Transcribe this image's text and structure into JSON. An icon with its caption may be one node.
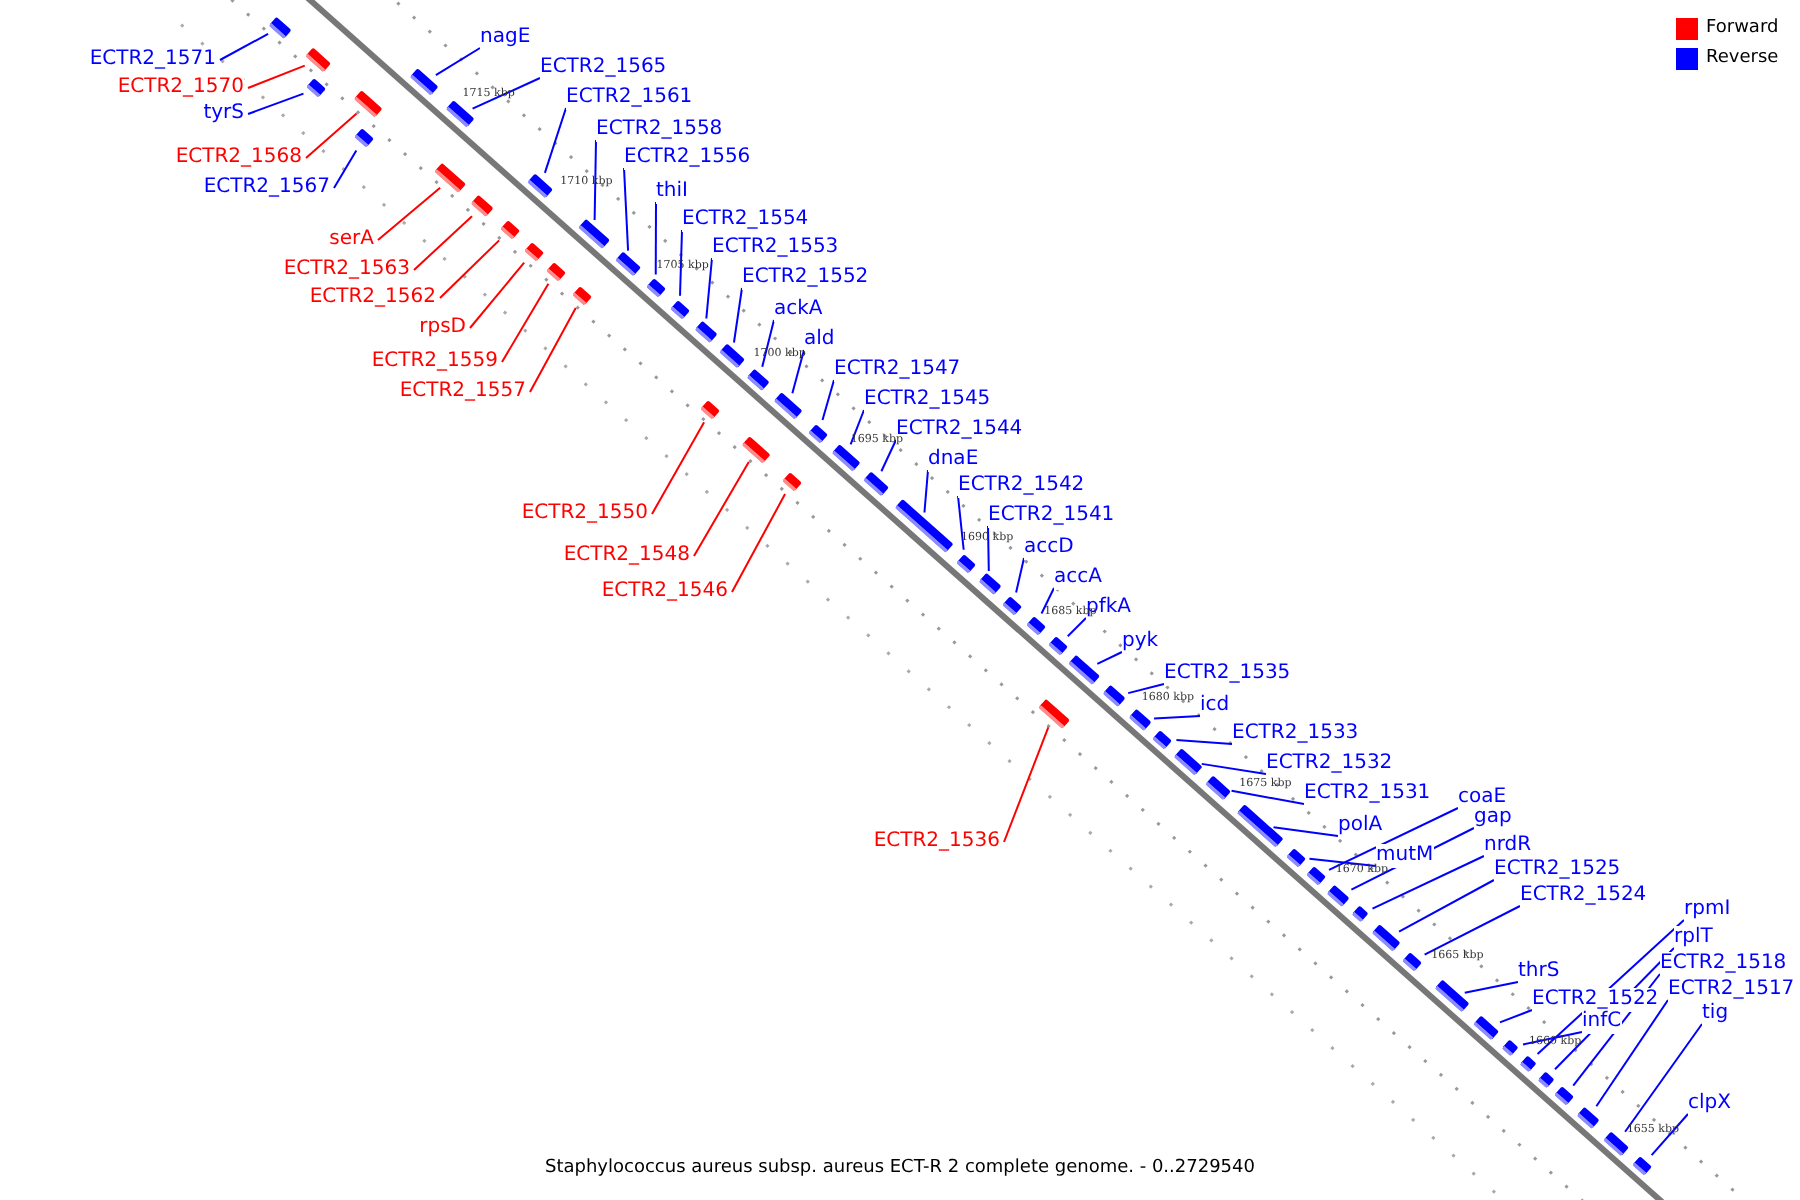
{
  "diagram": {
    "caption": "Staphylococcus aureus subsp. aureus ECT-R 2 complete genome. - 0..2729540",
    "nodes": [
      {
        "text": [
          "ECTR2_1571"
        ]
      },
      {
        "text": [],
        "shape": "box"
      },
      {
        "text": [
          "nagE"
        ]
      },
      {
        "text": [],
        "shape": "box"
      },
      {
        "text": [
          "ECTR2_1570"
        ]
      },
      {
        "text": [],
        "shape": "box"
      },
      {
        "text": [
          "ECTR2_1565"
        ]
      },
      {
        "text": [],
        "shape": "box"
      },
      {
        "text": [
          "ECTR2_1561"
        ]
      },
      {
        "text": [],
        "shape": "box"
      },
      {
        "text": [
          "tyrS"
        ]
      },
      {
        "text": [],
        "shape": "box"
      },
      {
        "text": [
          "ECTR2_1558"
        ]
      },
      {
        "text": [],
        "shape": "box"
      },
      {
        "text": [
          "ECTR2_1568"
        ]
      },
      {
        "text": [],
        "shape": "box"
      },
      {
        "text": [
          "ECTR2_1556"
        ]
      },
      {
        "text": [],
        "shape": "box"
      },
      {
        "text": [
          "ECTR2_1567"
        ]
      },
      {
        "text": [],
        "shape": "box"
      },
      {
        "text": [
          "thiI"
        ]
      },
      {
        "text": [],
        "shape": "box"
      },
      {
        "text": [
          "ECTR2_1554"
        ]
      },
      {
        "text": [],
        "shape": "box"
      },
      {
        "text": [
          "serA"
        ]
      },
      {
        "text": [],
        "shape": "box"
      },
      {
        "text": [
          "ECTR2_1553"
        ]
      },
      {
        "text": [],
        "shape": "box"
      },
      {
        "text": [
          "ECTR2_1563"
        ]
      },
      {
        "text": [],
        "shape": "box"
      },
      {
        "text": [
          "ECTR2_1552"
        ]
      },
      {
        "text": [],
        "shape": "box"
      },
      {
        "text": [
          "ECTR2_1562"
        ]
      },
      {
        "text": [],
        "shape": "box"
      },
      {
        "text": [
          "ackA"
        ]
      },
      {
        "text": [],
        "shape": "box"
      },
      {
        "text": [
          "rpsD"
        ]
      },
      {
        "text": [],
        "shape": "box"
      },
      {
        "text": [
          "ald"
        ]
      },
      {
        "text": [],
        "shape": "box"
      },
      {
        "text": [
          "ECTR2_1559"
        ]
      },
      {
        "text": [],
        "shape": "box"
      },
      {
        "text": [
          "ECTR2_1547"
        ]
      },
      {
        "text": [],
        "shape": "box"
      },
      {
        "text": [
          "ECTR2_1557"
        ]
      },
      {
        "text": [],
        "shape": "box"
      },
      {
        "text": [
          "ECTR2_1545"
        ]
      },
      {
        "text": [],
        "shape": "box"
      },
      {
        "text": [
          "ECTR2_1544"
        ]
      },
      {
        "text": [],
        "shape": "box"
      },
      {
        "text": [
          "dnaE"
        ]
      },
      {
        "text": [],
        "shape": "box"
      },
      {
        "text": [
          "ECTR2_1542"
        ]
      },
      {
        "text": [],
        "shape": "box"
      },
      {
        "text": [
          "ECTR2_1550"
        ]
      },
      {
        "text": [],
        "shape": "box"
      },
      {
        "text": [
          "ECTR2_1541"
        ]
      },
      {
        "text": [],
        "shape": "box"
      },
      {
        "text": [
          "accD"
        ]
      },
      {
        "text": [],
        "shape": "box"
      },
      {
        "text": [
          "ECTR2_1548"
        ]
      },
      {
        "text": [],
        "shape": "box"
      },
      {
        "text": [
          "accA"
        ]
      },
      {
        "text": [],
        "shape": "box"
      },
      {
        "text": [
          "ECTR2_1546"
        ]
      },
      {
        "text": [],
        "shape": "box"
      },
      {
        "text": [
          "pfkA"
        ]
      },
      {
        "text": [],
        "shape": "box"
      },
      {
        "text": [
          "pyk"
        ]
      },
      {
        "text": [],
        "shape": "box"
      },
      {
        "text": [
          "ECTR2_1535"
        ]
      },
      {
        "text": [],
        "shape": "box"
      },
      {
        "text": [
          "icd"
        ]
      },
      {
        "text": [],
        "shape": "box"
      },
      {
        "text": [
          "ECTR2_1533"
        ]
      },
      {
        "text": [],
        "shape": "box"
      },
      {
        "text": [
          "ECTR2_1532"
        ]
      },
      {
        "text": [],
        "shape": "box"
      },
      {
        "text": [
          "ECTR2_1531"
        ]
      },
      {
        "text": [],
        "shape": "box"
      },
      {
        "text": [
          "coaE"
        ]
      },
      {
        "text": [],
        "shape": "box"
      },
      {
        "text": [
          "gap"
        ]
      },
      {
        "text": [],
        "shape": "box"
      },
      {
        "text": [
          "polA"
        ]
      },
      {
        "text": [],
        "shape": "box"
      },
      {
        "text": [
          "ECTR2_1536"
        ]
      },
      {
        "text": [],
        "shape": "box"
      },
      {
        "text": [
          "nrdR"
        ]
      },
      {
        "text": [],
        "shape": "box"
      },
      {
        "text": [
          "mutM"
        ]
      },
      {
        "text": [],
        "shape": "box"
      },
      {
        "text": [
          "ECTR2_1525"
        ]
      },
      {
        "text": [],
        "shape": "box"
      },
      {
        "text": [
          "ECTR2_1524"
        ]
      },
      {
        "text": [],
        "shape": "box"
      },
      {
        "text": [
          "rpmI"
        ]
      },
      {
        "text": [],
        "shape": "box"
      },
      {
        "text": [
          "rplT"
        ]
      },
      {
        "text": [],
        "shape": "box"
      },
      {
        "text": [
          "ECTR2_1518"
        ]
      },
      {
        "text": [],
        "shape": "box"
      },
      {
        "text": [
          "thrS"
        ]
      },
      {
        "text": [],
        "shape": "box"
      },
      {
        "text": [
          "ECTR2_1517"
        ]
      },
      {
        "text": [],
        "shape": "box"
      },
      {
        "text": [
          "ECTR2_1522"
        ]
      },
      {
        "text": [],
        "shape": "box"
      },
      {
        "text": [
          "infC"
        ]
      },
      {
        "text": [],
        "shape": "box"
      },
      {
        "text": [
          "tig"
        ]
      },
      {
        "text": [],
        "shape": "box"
      },
      {
        "text": [
          "clpX"
        ]
      },
      {
        "text": [],
        "shape": "box"
      }
    ],
    "edges": [
      {
        "from": 0,
        "to": 1,
        "arrow": "none"
      },
      {
        "from": 2,
        "to": 3,
        "arrow": "none"
      },
      {
        "from": 4,
        "to": 5,
        "arrow": "none",
        "color": "#ff0000"
      },
      {
        "from": 6,
        "to": 7,
        "arrow": "none"
      },
      {
        "from": 8,
        "to": 9,
        "arrow": "none"
      },
      {
        "from": 10,
        "to": 11,
        "arrow": "none"
      },
      {
        "from": 12,
        "to": 13,
        "arrow": "none"
      },
      {
        "from": 14,
        "to": 15,
        "arrow": "none",
        "color": "#ff0000"
      },
      {
        "from": 16,
        "to": 17,
        "arrow": "none"
      },
      {
        "from": 18,
        "to": 19,
        "arrow": "none"
      },
      {
        "from": 20,
        "to": 21,
        "arrow": "none"
      },
      {
        "from": 22,
        "to": 23,
        "arrow": "none"
      },
      {
        "from": 24,
        "to": 25,
        "arrow": "none",
        "color": "#ff0000"
      },
      {
        "from": 26,
        "to": 27,
        "arrow": "none"
      },
      {
        "from": 28,
        "to": 29,
        "arrow": "none",
        "color": "#ff0000"
      },
      {
        "from": 30,
        "to": 31,
        "arrow": "none"
      },
      {
        "from": 32,
        "to": 33,
        "arrow": "none",
        "color": "#ff0000"
      },
      {
        "from": 34,
        "to": 35,
        "arrow": "none"
      },
      {
        "from": 36,
        "to": 37,
        "arrow": "none",
        "color": "#ff0000"
      },
      {
        "from": 38,
        "to": 39,
        "arrow": "none"
      },
      {
        "from": 40,
        "to": 41,
        "arrow": "none",
        "color": "#ff0000"
      },
      {
        "from": 42,
        "to": 43,
        "arrow": "none"
      },
      {
        "from": 44,
        "to": 45,
        "arrow": "none",
        "color": "#ff0000"
      },
      {
        "from": 46,
        "to": 47,
        "arrow": "none"
      },
      {
        "from": 48,
        "to": 49,
        "arrow": "none"
      },
      {
        "from": 50,
        "to": 51,
        "arrow": "none"
      },
      {
        "from": 52,
        "to": 53,
        "arrow": "none"
      },
      {
        "from": 54,
        "to": 55,
        "arrow": "none",
        "color": "#ff0000"
      },
      {
        "from": 56,
        "to": 57,
        "arrow": "none"
      },
      {
        "from": 58,
        "to": 59,
        "arrow": "none"
      },
      {
        "from": 60,
        "to": 61,
        "arrow": "none",
        "color": "#ff0000"
      },
      {
        "from": 62,
        "to": 63,
        "arrow": "none"
      },
      {
        "from": 64,
        "to": 65,
        "arrow": "none",
        "color": "#ff0000"
      },
      {
        "from": 66,
        "to": 67,
        "arrow": "none"
      },
      {
        "from": 68,
        "to": 69,
        "arrow": "none"
      },
      {
        "from": 70,
        "to": 71,
        "arrow": "none"
      },
      {
        "from": 72,
        "to": 73,
        "arrow": "none"
      },
      {
        "from": 74,
        "to": 75,
        "arrow": "none"
      },
      {
        "from": 76,
        "to": 77,
        "arrow": "none"
      },
      {
        "from": 78,
        "to": 79,
        "arrow": "none"
      },
      {
        "from": 80,
        "to": 81,
        "arrow": "none"
      },
      {
        "from": 82,
        "to": 83,
        "arrow": "none"
      },
      {
        "from": 84,
        "to": 85,
        "arrow": "none"
      },
      {
        "from": 86,
        "to": 87,
        "arrow": "none",
        "color": "#ff0000"
      },
      {
        "from": 88,
        "to": 89,
        "arrow": "none"
      },
      {
        "from": 90,
        "to": 91,
        "arrow": "none"
      },
      {
        "from": 92,
        "to": 93,
        "arrow": "none"
      },
      {
        "from": 94,
        "to": 95,
        "arrow": "none"
      },
      {
        "from": 96,
        "to": 97,
        "arrow": "none"
      },
      {
        "from": 98,
        "to": 99,
        "arrow": "none"
      },
      {
        "from": 100,
        "to": 101,
        "arrow": "none"
      },
      {
        "from": 102,
        "to": 103,
        "arrow": "none"
      },
      {
        "from": 104,
        "to": 105,
        "arrow": "none"
      },
      {
        "from": 106,
        "to": 107,
        "arrow": "none"
      },
      {
        "from": 108,
        "to": 109,
        "arrow": "none"
      },
      {
        "from": 110,
        "to": 111,
        "arrow": "none"
      },
      {
        "from": 112,
        "to": 113,
        "arrow": "none"
      }
    ],
    "labels": [
      "1715 kbp",
      "1710 kbp",
      "1705 kbp",
      "1700 kbp",
      "1695 kbp",
      "1690 kbp",
      "1685 kbp",
      "1680 kbp",
      "1675 kbp",
      "1670 kbp",
      "1665 kbp",
      "1660 kbp",
      "1655 kbp"
    ],
    "legend": [
      {
        "text": "Forward",
        "color": "#ff0000"
      },
      {
        "text": "Reverse",
        "color": "#0000ff"
      }
    ]
  }
}
